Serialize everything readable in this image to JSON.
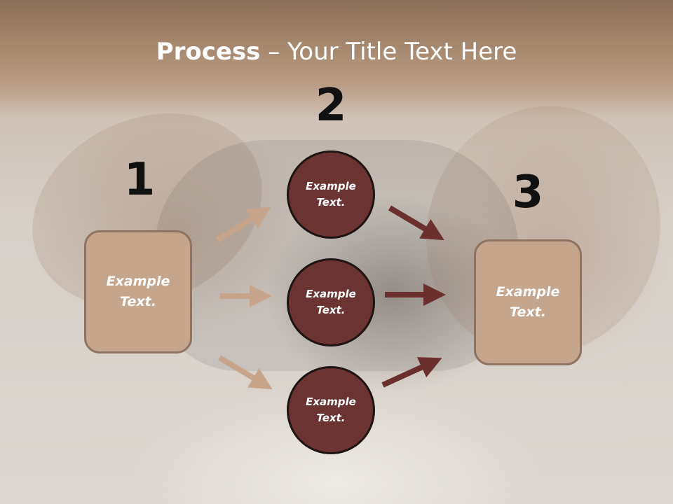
{
  "title": {
    "bold": "Process",
    "rest": " – Your Title Text Here"
  },
  "steps": {
    "one": {
      "number": "1",
      "text": "Example Text."
    },
    "two": {
      "number": "2",
      "items": [
        {
          "text": "Example Text."
        },
        {
          "text": "Example Text."
        },
        {
          "text": "Example Text."
        }
      ]
    },
    "three": {
      "number": "3",
      "text": "Example Text."
    }
  },
  "colors": {
    "box_fill": "#c5a68d",
    "circle_fill": "#6b3433",
    "arrow_light": "#c8a58a",
    "arrow_dark": "#6b2f2e"
  }
}
